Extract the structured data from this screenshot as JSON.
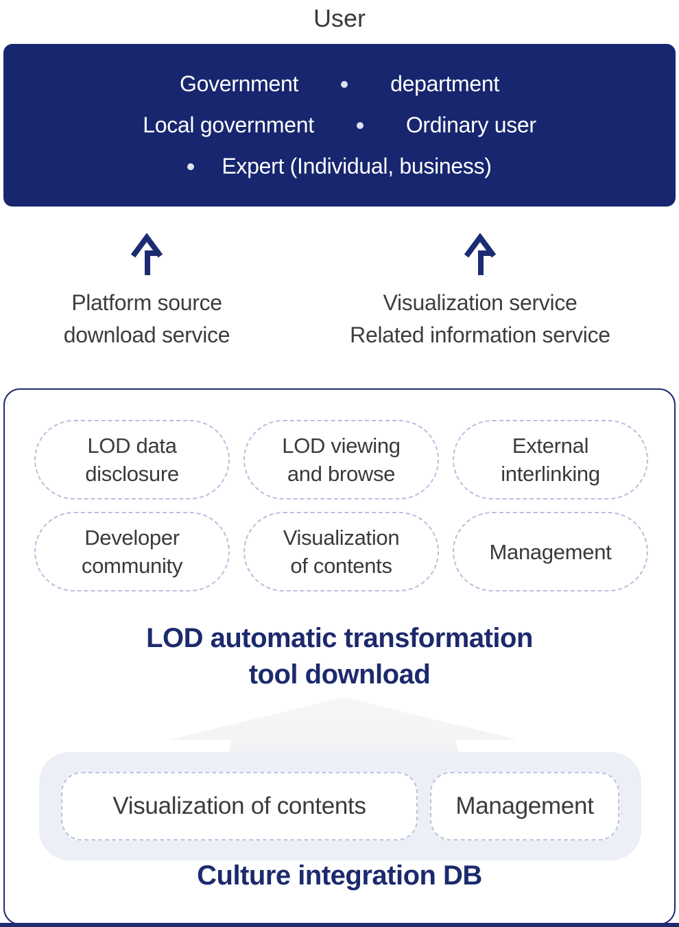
{
  "title": "User",
  "user_box": {
    "rows": [
      {
        "left": "Government",
        "right": "department"
      },
      {
        "left": "Local government",
        "right": "Ordinary user"
      },
      {
        "only": "Expert (Individual, business)"
      }
    ]
  },
  "services": [
    {
      "line1": "Platform source",
      "line2": "download service"
    },
    {
      "line1": "Visualization service",
      "line2": "Related information service"
    }
  ],
  "features": [
    {
      "line1": "LOD data",
      "line2": "disclosure"
    },
    {
      "line1": "LOD viewing",
      "line2": "and browse"
    },
    {
      "line1": "External",
      "line2": "interlinking"
    },
    {
      "line1": "Developer",
      "line2": "community"
    },
    {
      "line1": "Visualization",
      "line2": "of contents"
    },
    {
      "line1": "Management",
      "line2": ""
    }
  ],
  "transform_heading": {
    "line1": "LOD automatic transformation",
    "line2": "tool download"
  },
  "db": {
    "modules": [
      {
        "label": "Visualization of contents"
      },
      {
        "label": "Management"
      }
    ],
    "title": "Culture integration DB"
  },
  "colors": {
    "navy_box_bg": "#17266e",
    "navy_border": "#1e2b6f",
    "navy_heading": "#1c2a6d",
    "arrow_navy": "#1d2c72",
    "dashed_border": "#b8bfdd",
    "db_box_bg": "#edeff7",
    "gray_text": "#3a3a3a",
    "block_arrow_gray": "#efeff2"
  }
}
